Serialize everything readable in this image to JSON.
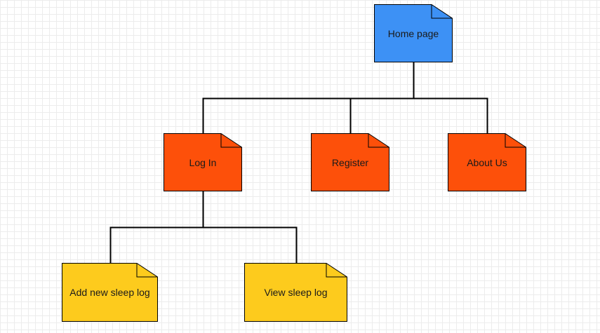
{
  "diagram": {
    "colors": {
      "root": "#3d91f5",
      "level1": "#fd500a",
      "level2": "#fdcb1d",
      "stroke": "#000000",
      "text": "#1a1a1a"
    },
    "nodes": {
      "home": {
        "label": "Home page",
        "level": "root"
      },
      "login": {
        "label": "Log In",
        "level": "level1"
      },
      "register": {
        "label": "Register",
        "level": "level1"
      },
      "about": {
        "label": "About Us",
        "level": "level1"
      },
      "add_sleep_log": {
        "label": "Add new sleep log",
        "level": "level2"
      },
      "view_sleep_log": {
        "label": "View sleep log",
        "level": "level2"
      }
    },
    "edges": [
      {
        "from": "home",
        "to": "login"
      },
      {
        "from": "home",
        "to": "register"
      },
      {
        "from": "home",
        "to": "about"
      },
      {
        "from": "login",
        "to": "add_sleep_log"
      },
      {
        "from": "login",
        "to": "view_sleep_log"
      }
    ]
  }
}
